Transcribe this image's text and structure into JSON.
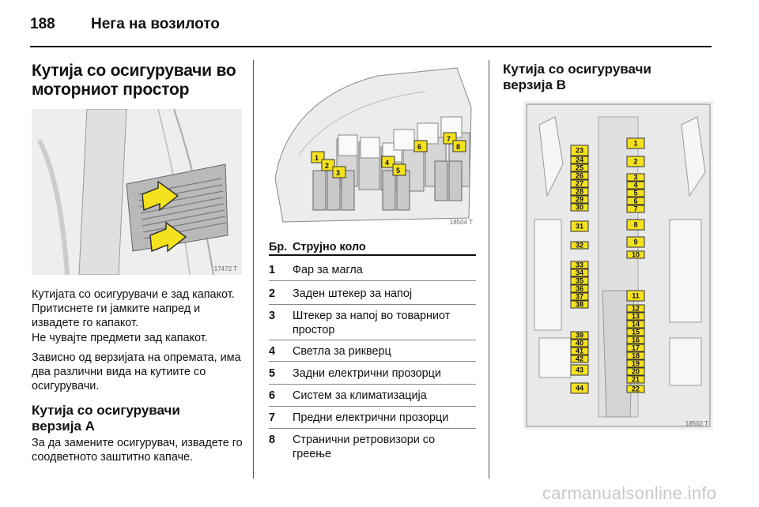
{
  "header": {
    "page_number": "188",
    "title": "Нега на возилото"
  },
  "left": {
    "heading": "Кутија со осигурувачи во моторниот простор",
    "photo_code": "17472 T",
    "paragraphs": [
      "Кутијата со осигурувачи е зад капакот. Притиснете ги јамките напред и извадете го капакот.",
      "Не чувајте предмети зад капакот.",
      "Зависно од верзијата на опремата, има два различни вида на кутиите со осигурувачи."
    ],
    "subheading": "Кутија со осигурувачи верзија A",
    "sub_paragraph": "За да замените осигурувач, извадете го соодветното заштитно капаче."
  },
  "middle": {
    "photo_code": "18504 T",
    "table": {
      "col_number": "Бр.",
      "col_circuit": "Струјно коло",
      "rows": [
        {
          "n": "1",
          "text": "Фар за магла"
        },
        {
          "n": "2",
          "text": "Заден штекер за напој"
        },
        {
          "n": "3",
          "text": "Штекер за напој во товарниот простор"
        },
        {
          "n": "4",
          "text": "Светла за рикверц"
        },
        {
          "n": "5",
          "text": "Задни електрични прозорци"
        },
        {
          "n": "6",
          "text": "Систем за климатизација"
        },
        {
          "n": "7",
          "text": "Предни електрични прозорци"
        },
        {
          "n": "8",
          "text": "Странични ретровизори со греење"
        }
      ]
    }
  },
  "right": {
    "heading": "Кутија со осигурувачи верзија B",
    "photo_code": "18502 T",
    "fuses_left": [
      "23",
      "24",
      "25",
      "26",
      "27",
      "28",
      "29",
      "30",
      "31",
      "32",
      "33",
      "34",
      "35",
      "36",
      "37",
      "38",
      "39",
      "40",
      "41",
      "42",
      "43",
      "44"
    ],
    "fuses_right": [
      "1",
      "2",
      "3",
      "4",
      "5",
      "6",
      "7",
      "8",
      "9",
      "10",
      "11",
      "12",
      "13",
      "14",
      "15",
      "16",
      "17",
      "18",
      "19",
      "20",
      "21",
      "22"
    ]
  },
  "watermark": "carmanualsonline.info"
}
